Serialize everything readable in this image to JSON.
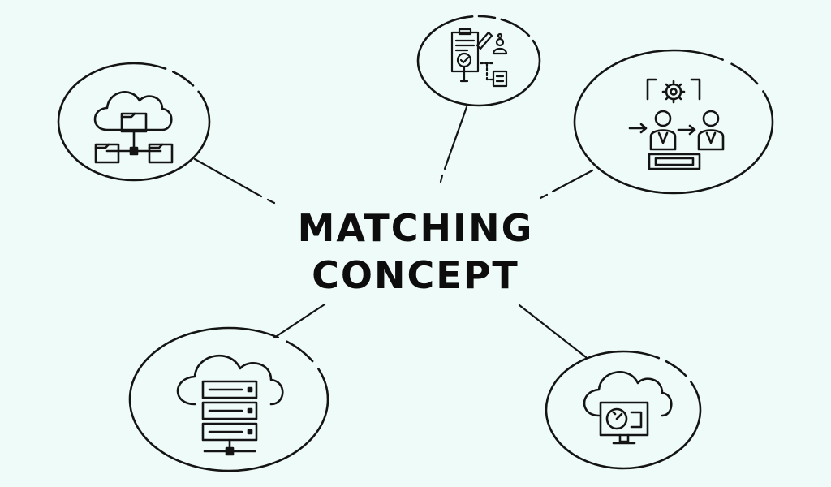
{
  "diagram": {
    "title_lines": [
      "MATCHING",
      "CONCEPT"
    ],
    "nodes": [
      {
        "id": "cloud-folders",
        "icon": "cloud-folder-network-icon"
      },
      {
        "id": "checklist-team",
        "icon": "clipboard-checklist-team-icon"
      },
      {
        "id": "people-transfer",
        "icon": "gear-people-transfer-icon"
      },
      {
        "id": "cloud-server",
        "icon": "cloud-server-stack-icon"
      },
      {
        "id": "cloud-monitor",
        "icon": "cloud-monitor-gauge-icon"
      }
    ],
    "colors": {
      "background": "#eefbf8",
      "stroke": "#141414",
      "text": "#0d0d0d"
    }
  }
}
